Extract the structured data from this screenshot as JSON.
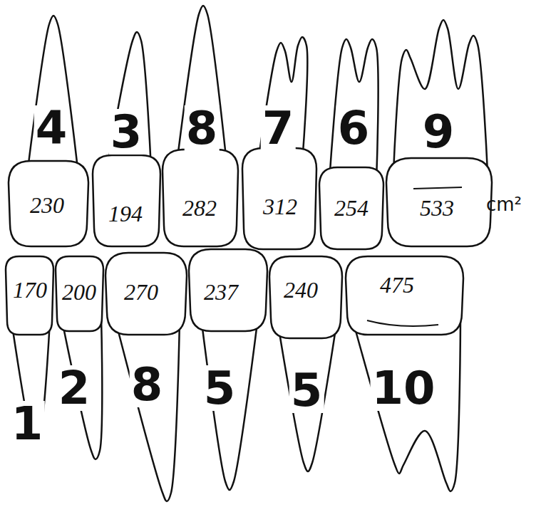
{
  "diagram": {
    "nodes": [
      {
        "text": [
          "4",
          "230"
        ]
      },
      {
        "text": [
          "3",
          "194"
        ]
      },
      {
        "text": [
          "8",
          "282"
        ]
      },
      {
        "text": [
          "7",
          "312"
        ]
      },
      {
        "text": [
          "6",
          "254"
        ]
      },
      {
        "text": [
          "9",
          "533"
        ]
      },
      {
        "text": [
          "170",
          "1"
        ]
      },
      {
        "text": [
          "200",
          "2"
        ]
      },
      {
        "text": [
          "270",
          "8"
        ]
      },
      {
        "text": [
          "237",
          "5"
        ]
      },
      {
        "text": [
          "240",
          "5"
        ]
      },
      {
        "text": [
          "475",
          "10"
        ]
      }
    ],
    "labels": [
      "cm²"
    ]
  }
}
